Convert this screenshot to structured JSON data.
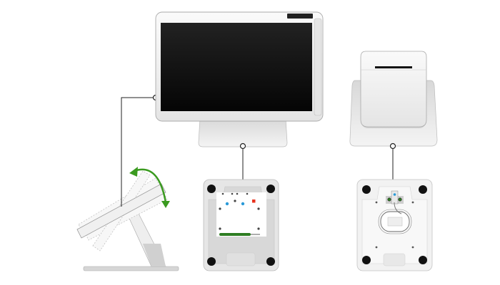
{
  "colors": {
    "background": "#ffffff",
    "device_body": "#f2f2f2",
    "screen": "#0d0d0d",
    "accent_arrow": "#3a9a1f",
    "port_blue": "#2a9ad8",
    "port_red": "#e8321e",
    "cable_green": "#2e7d22",
    "callout_line": "#222222"
  },
  "callouts": [
    {
      "name": "tilt-stand-callout"
    },
    {
      "name": "display-base-callout"
    },
    {
      "name": "printer-base-callout"
    }
  ]
}
